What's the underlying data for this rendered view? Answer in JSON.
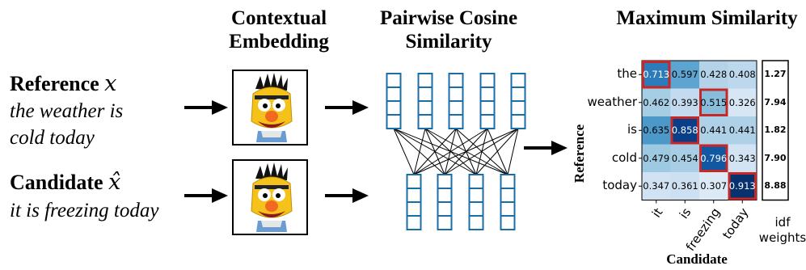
{
  "headers": {
    "contextual_line1": "Contextual",
    "contextual_line2": "Embedding",
    "pairwise_line1": "Pairwise Cosine",
    "pairwise_line2": "Similarity",
    "maximum": "Maximum Similarity"
  },
  "reference": {
    "label": "Reference",
    "symbol": "x",
    "text_line1": "the weather is",
    "text_line2": "cold today"
  },
  "candidate": {
    "label": "Candidate",
    "symbol": "x̂",
    "text": "it is freezing today"
  },
  "icons": {
    "embedder": "bert-muppet-icon",
    "arrow": "right-arrow-icon"
  },
  "chart_data": {
    "type": "heatmap",
    "rows": [
      "the",
      "weather",
      "is",
      "cold",
      "today"
    ],
    "columns": [
      "it",
      "is",
      "freezing",
      "today"
    ],
    "values": [
      [
        0.713,
        0.597,
        0.428,
        0.408
      ],
      [
        0.462,
        0.393,
        0.515,
        0.326
      ],
      [
        0.635,
        0.858,
        0.441,
        0.441
      ],
      [
        0.479,
        0.454,
        0.796,
        0.343
      ],
      [
        0.347,
        0.361,
        0.307,
        0.913
      ]
    ],
    "value_labels": [
      [
        "0.713",
        "0.597",
        "0.428",
        "0.408"
      ],
      [
        "0.462",
        "0.393",
        "0.515",
        "0.326"
      ],
      [
        "0.635",
        "0.858",
        "0.441",
        "0.441"
      ],
      [
        "0.479",
        "0.454",
        "0.796",
        "0.343"
      ],
      [
        "0.347",
        "0.361",
        "0.307",
        "0.913"
      ]
    ],
    "max_cells": [
      [
        0,
        0
      ],
      [
        1,
        2
      ],
      [
        2,
        1
      ],
      [
        3,
        2
      ],
      [
        4,
        3
      ]
    ],
    "idf_weights": [
      "1.27",
      "7.94",
      "1.82",
      "7.90",
      "8.88"
    ],
    "idf_label_line1": "idf",
    "idf_label_line2": "weights",
    "ylabel": "Reference",
    "xlabel": "Candidate",
    "highlight_color": "#c62828",
    "colormap": "Blues"
  }
}
